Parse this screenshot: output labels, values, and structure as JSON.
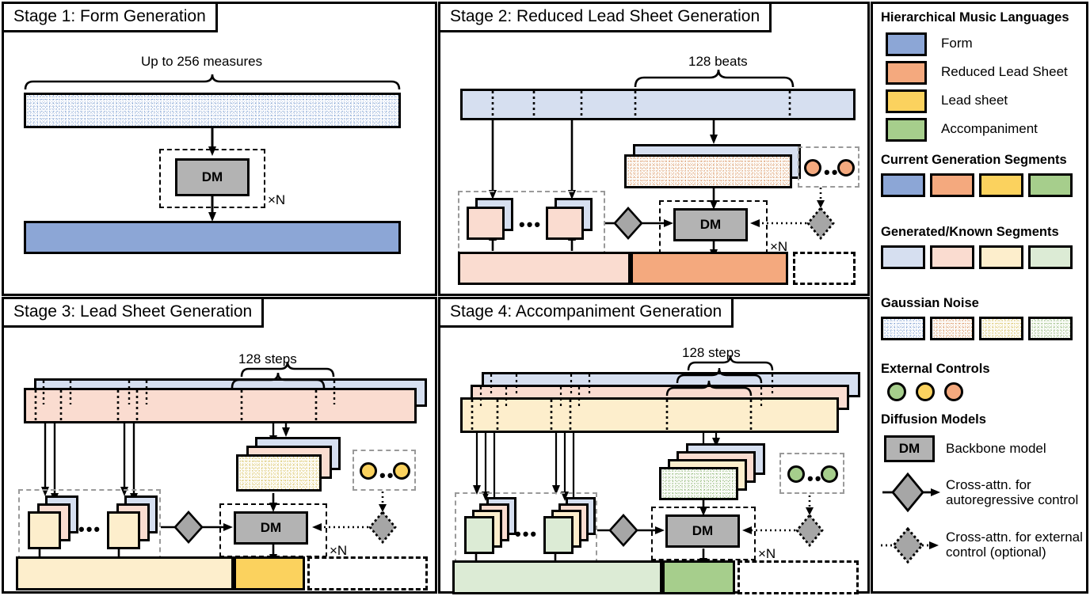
{
  "figure": {
    "type": "diagram",
    "subject": "Hierarchical cascaded diffusion pipeline for symbolic music generation"
  },
  "stages": [
    {
      "id": "stage1",
      "title": "Stage 1: Form Generation",
      "brace_label": "Up to 256 measures",
      "dm_label": "DM",
      "loop_label": "×N",
      "noise_color": "blue",
      "output_color": "blue"
    },
    {
      "id": "stage2",
      "title": "Stage 2: Reduced Lead Sheet Generation",
      "brace_label": "128 beats",
      "dm_label": "DM",
      "loop_label": "×N",
      "noise_color": "orange",
      "output_color": "orange",
      "context_dots": "•••",
      "control_dots": "•••"
    },
    {
      "id": "stage3",
      "title": "Stage 3: Lead Sheet Generation",
      "brace_label": "128 steps",
      "dm_label": "DM",
      "loop_label": "×N",
      "noise_color": "yellow",
      "output_color": "yellow",
      "context_dots": "•••",
      "control_dots": "•••"
    },
    {
      "id": "stage4",
      "title": "Stage 4: Accompaniment Generation",
      "brace_label": "128 steps",
      "dm_label": "DM",
      "loop_label": "×N",
      "noise_color": "green",
      "output_color": "green",
      "context_dots": "•••",
      "control_dots": "•••"
    }
  ],
  "legend": {
    "sections": [
      {
        "heading": "Hierarchical Music Languages",
        "items": [
          {
            "label": "Form",
            "color": "#8ca6d6"
          },
          {
            "label": "Reduced Lead Sheet",
            "color": "#f4a97e"
          },
          {
            "label": "Lead sheet",
            "color": "#fbd25e"
          },
          {
            "label": "Accompaniment",
            "color": "#a6ce8c"
          }
        ]
      },
      {
        "heading": "Current Generation Segments",
        "swatches": [
          "#8ca6d6",
          "#f4a97e",
          "#fbd25e",
          "#a6ce8c"
        ]
      },
      {
        "heading": "Generated/Known Segments",
        "swatches": [
          "#d6dff0",
          "#fadcd0",
          "#fdeecc",
          "#dcebd5"
        ]
      },
      {
        "heading": "Gaussian Noise",
        "swatches": [
          "noise-blue",
          "noise-orange",
          "noise-yellow",
          "noise-green"
        ]
      },
      {
        "heading": "External Controls",
        "circles": [
          "#a6ce8c",
          "#fbd25e",
          "#f4a97e"
        ]
      },
      {
        "heading": "Diffusion Models",
        "entries": [
          {
            "icon": "dm-box",
            "icon_label": "DM",
            "label": "Backbone model"
          },
          {
            "icon": "solid-diamond",
            "label": "Cross-attn. for autoregressive control"
          },
          {
            "icon": "dotted-diamond",
            "label": "Cross-attn. for external control (optional)"
          }
        ]
      }
    ]
  }
}
